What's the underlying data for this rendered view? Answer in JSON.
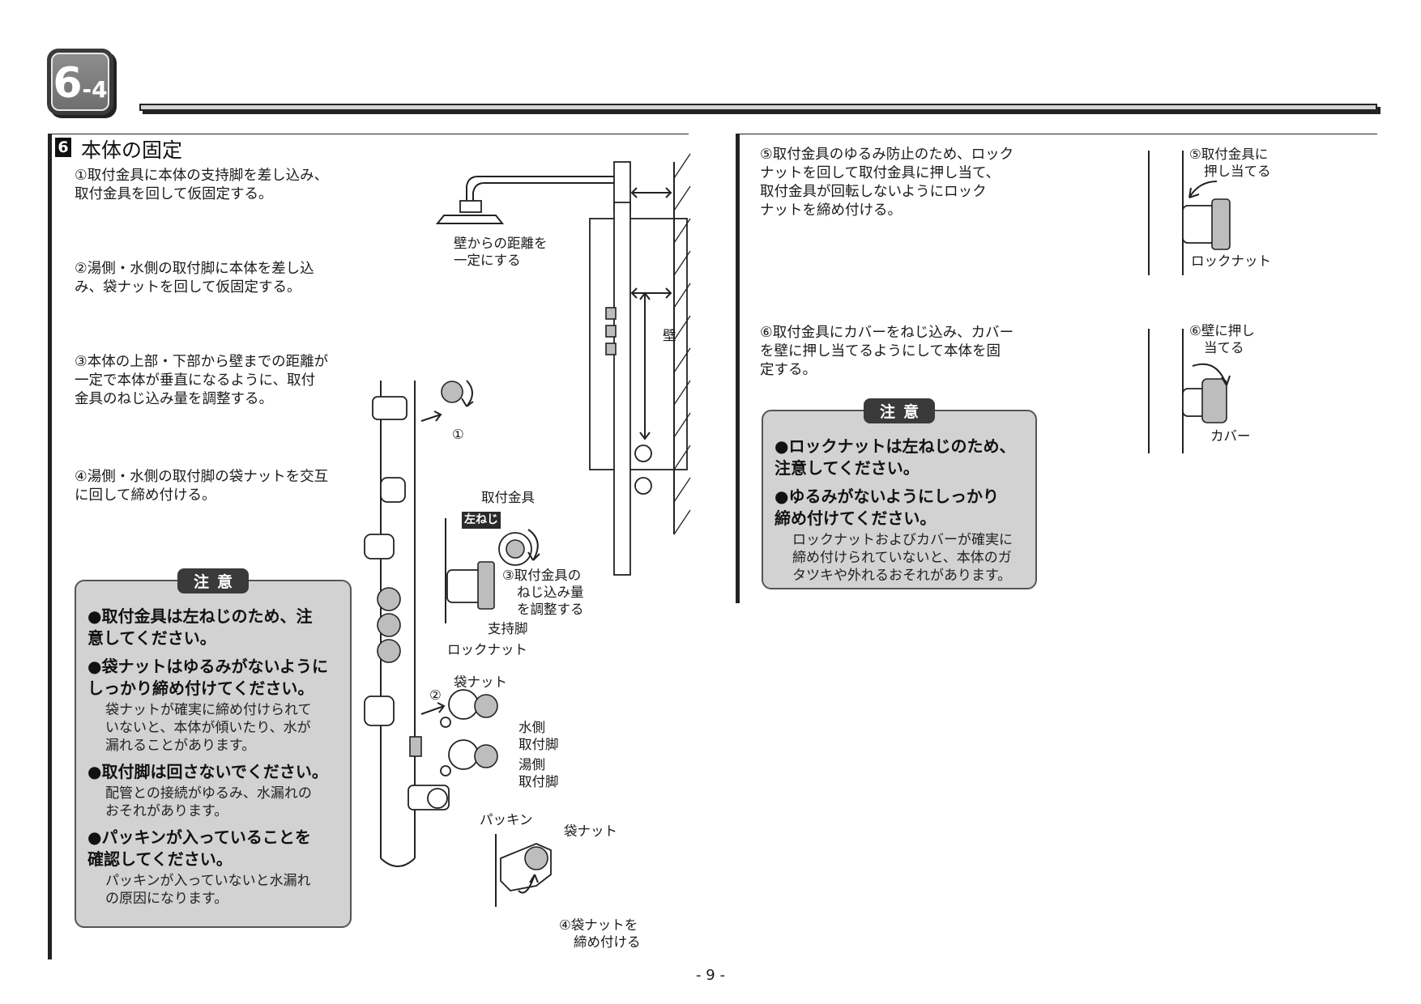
{
  "header": {
    "badge_main": "6",
    "badge_sub": "-4"
  },
  "step": {
    "number": "6",
    "title": "本体の固定"
  },
  "left_items": [
    {
      "lines": [
        "①取付金具に本体の支持脚を差し込み、",
        "取付金具を回して仮固定する。"
      ]
    },
    {
      "lines": [
        "②湯側・水側の取付脚に本体を差し込",
        "み、袋ナットを回して仮固定する。"
      ]
    },
    {
      "lines": [
        "③本体の上部・下部から壁までの距離が",
        "一定で本体が垂直になるように、取付",
        "金具のねじ込み量を調整する。"
      ]
    },
    {
      "lines": [
        "④湯側・水側の取付脚の袋ナットを交互",
        "に回して締め付ける。"
      ]
    }
  ],
  "caution_left": {
    "label": "注意",
    "points": [
      {
        "bold": [
          "●取付金具は左ねじのため、注",
          "意してください。"
        ],
        "note": []
      },
      {
        "bold": [
          "●袋ナットはゆるみがないように",
          "しっかり締め付けてください。"
        ],
        "note": [
          "袋ナットが確実に締め付けられて",
          "いないと、本体が傾いたり、水が",
          "漏れることがあります。"
        ]
      },
      {
        "bold": [
          "●取付脚は回さないでください。"
        ],
        "note": [
          "配管との接続がゆるみ、水漏れの",
          "おそれがあります。"
        ]
      },
      {
        "bold": [
          "●パッキンが入っていることを",
          "確認してください。"
        ],
        "note": [
          "パッキンが入っていないと水漏れ",
          "の原因になります。"
        ]
      }
    ]
  },
  "diagram_labels": {
    "wall_distance": [
      "壁からの距離を",
      "一定にする"
    ],
    "wall": "壁",
    "circle1": "①",
    "circle2": "②",
    "bracket": "取付金具",
    "left_thread": "左ねじ",
    "adjust": [
      "③取付金具の",
      "ねじ込み量",
      "を調整する"
    ],
    "support_leg": "支持脚",
    "lock_nut": "ロックナット",
    "cap_nut": "袋ナット",
    "water_leg": [
      "水側",
      "取付脚"
    ],
    "hot_leg": [
      "湯側",
      "取付脚"
    ],
    "packing": "パッキン",
    "cap_nut2": "袋ナット",
    "tighten": [
      "④袋ナットを",
      "締め付ける"
    ]
  },
  "right_items": [
    {
      "lines": [
        "⑤取付金具のゆるみ防止のため、ロック",
        "ナットを回して取付金具に押し当て、",
        "取付金具が回転しないようにロック",
        "ナットを締め付ける。"
      ]
    },
    {
      "lines": [
        "⑥取付金具にカバーをねじ込み、カバー",
        "を壁に押し当てるようにして本体を固",
        "定する。"
      ]
    }
  ],
  "right_diagram_labels": {
    "push_bracket": [
      "⑤取付金具に",
      "押し当てる"
    ],
    "lock_nut": "ロックナット",
    "push_wall": [
      "⑥壁に押し",
      "当てる"
    ],
    "cover": "カバー"
  },
  "caution_right": {
    "label": "注意",
    "points": [
      {
        "bold": [
          "●ロックナットは左ねじのため、",
          "注意してください。"
        ],
        "note": []
      },
      {
        "bold": [
          "●ゆるみがないようにしっかり",
          "締め付けてください。"
        ],
        "note": [
          "ロックナットおよびカバーが確実に",
          "締め付けられていないと、本体のガ",
          "タツキや外れるおそれがあります。"
        ]
      }
    ]
  },
  "page_number": "- 9 -"
}
